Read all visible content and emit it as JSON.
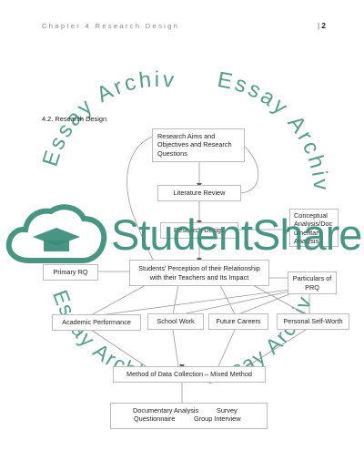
{
  "header": {
    "chapter": "Chapter 4 Research Design",
    "page_separator": "|",
    "page_number": "2"
  },
  "section_heading": "4.2. Research Design",
  "watermark": {
    "left_arc_text": "Essay Archive",
    "right_arc_text": "Essay Archive",
    "lower_left_text": "Essay Archive",
    "lower_right_text": "Essay Archive",
    "logo_text": "StudentShare",
    "color": "#3a8c78"
  },
  "diagram": {
    "aims_box": [
      "Research Aims and",
      "Objectives and Research",
      "Questions"
    ],
    "literature_review": "Literature Review",
    "research_design": "Research Design",
    "conceptual_analysis": [
      "Conceptual",
      "Analysis/Doc",
      "umentary",
      "Analysis"
    ],
    "primary_rq": "Primary RQ",
    "students_perception": [
      "Students' Perception of their Relationship",
      "with their Teachers and Its Impact"
    ],
    "particulars": [
      "Particulars of",
      "PRQ"
    ],
    "outcomes": [
      "Academic Performance",
      "School Work",
      "Future Careers",
      "Personal Self-Worth"
    ],
    "method": "Method of Data Collection – Mixed Method",
    "methods_list": {
      "row1_left": "Documentary Analysis",
      "row1_right": "Survey",
      "row2_left": "Questionnaire",
      "row2_right": "Group Interview"
    }
  }
}
